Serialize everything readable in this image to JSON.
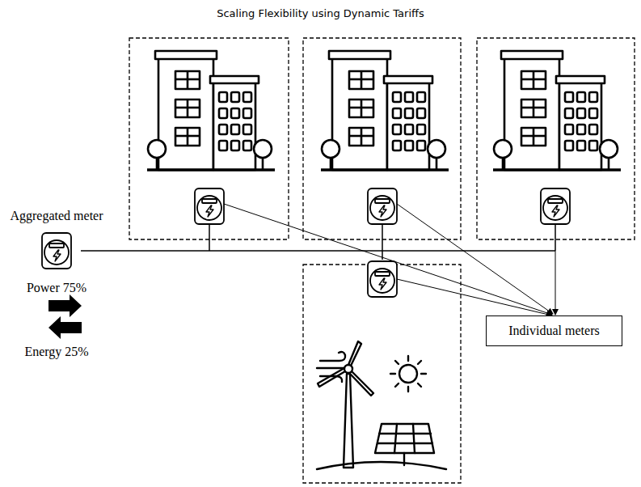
{
  "diagram": {
    "title": "Scaling Flexibility using Dynamic Tariffs",
    "nodes": [
      {
        "text": [
          "Individual meters"
        ]
      }
    ],
    "labels": [
      "Aggregated meter",
      "Power 75%",
      "Energy 25%"
    ]
  }
}
